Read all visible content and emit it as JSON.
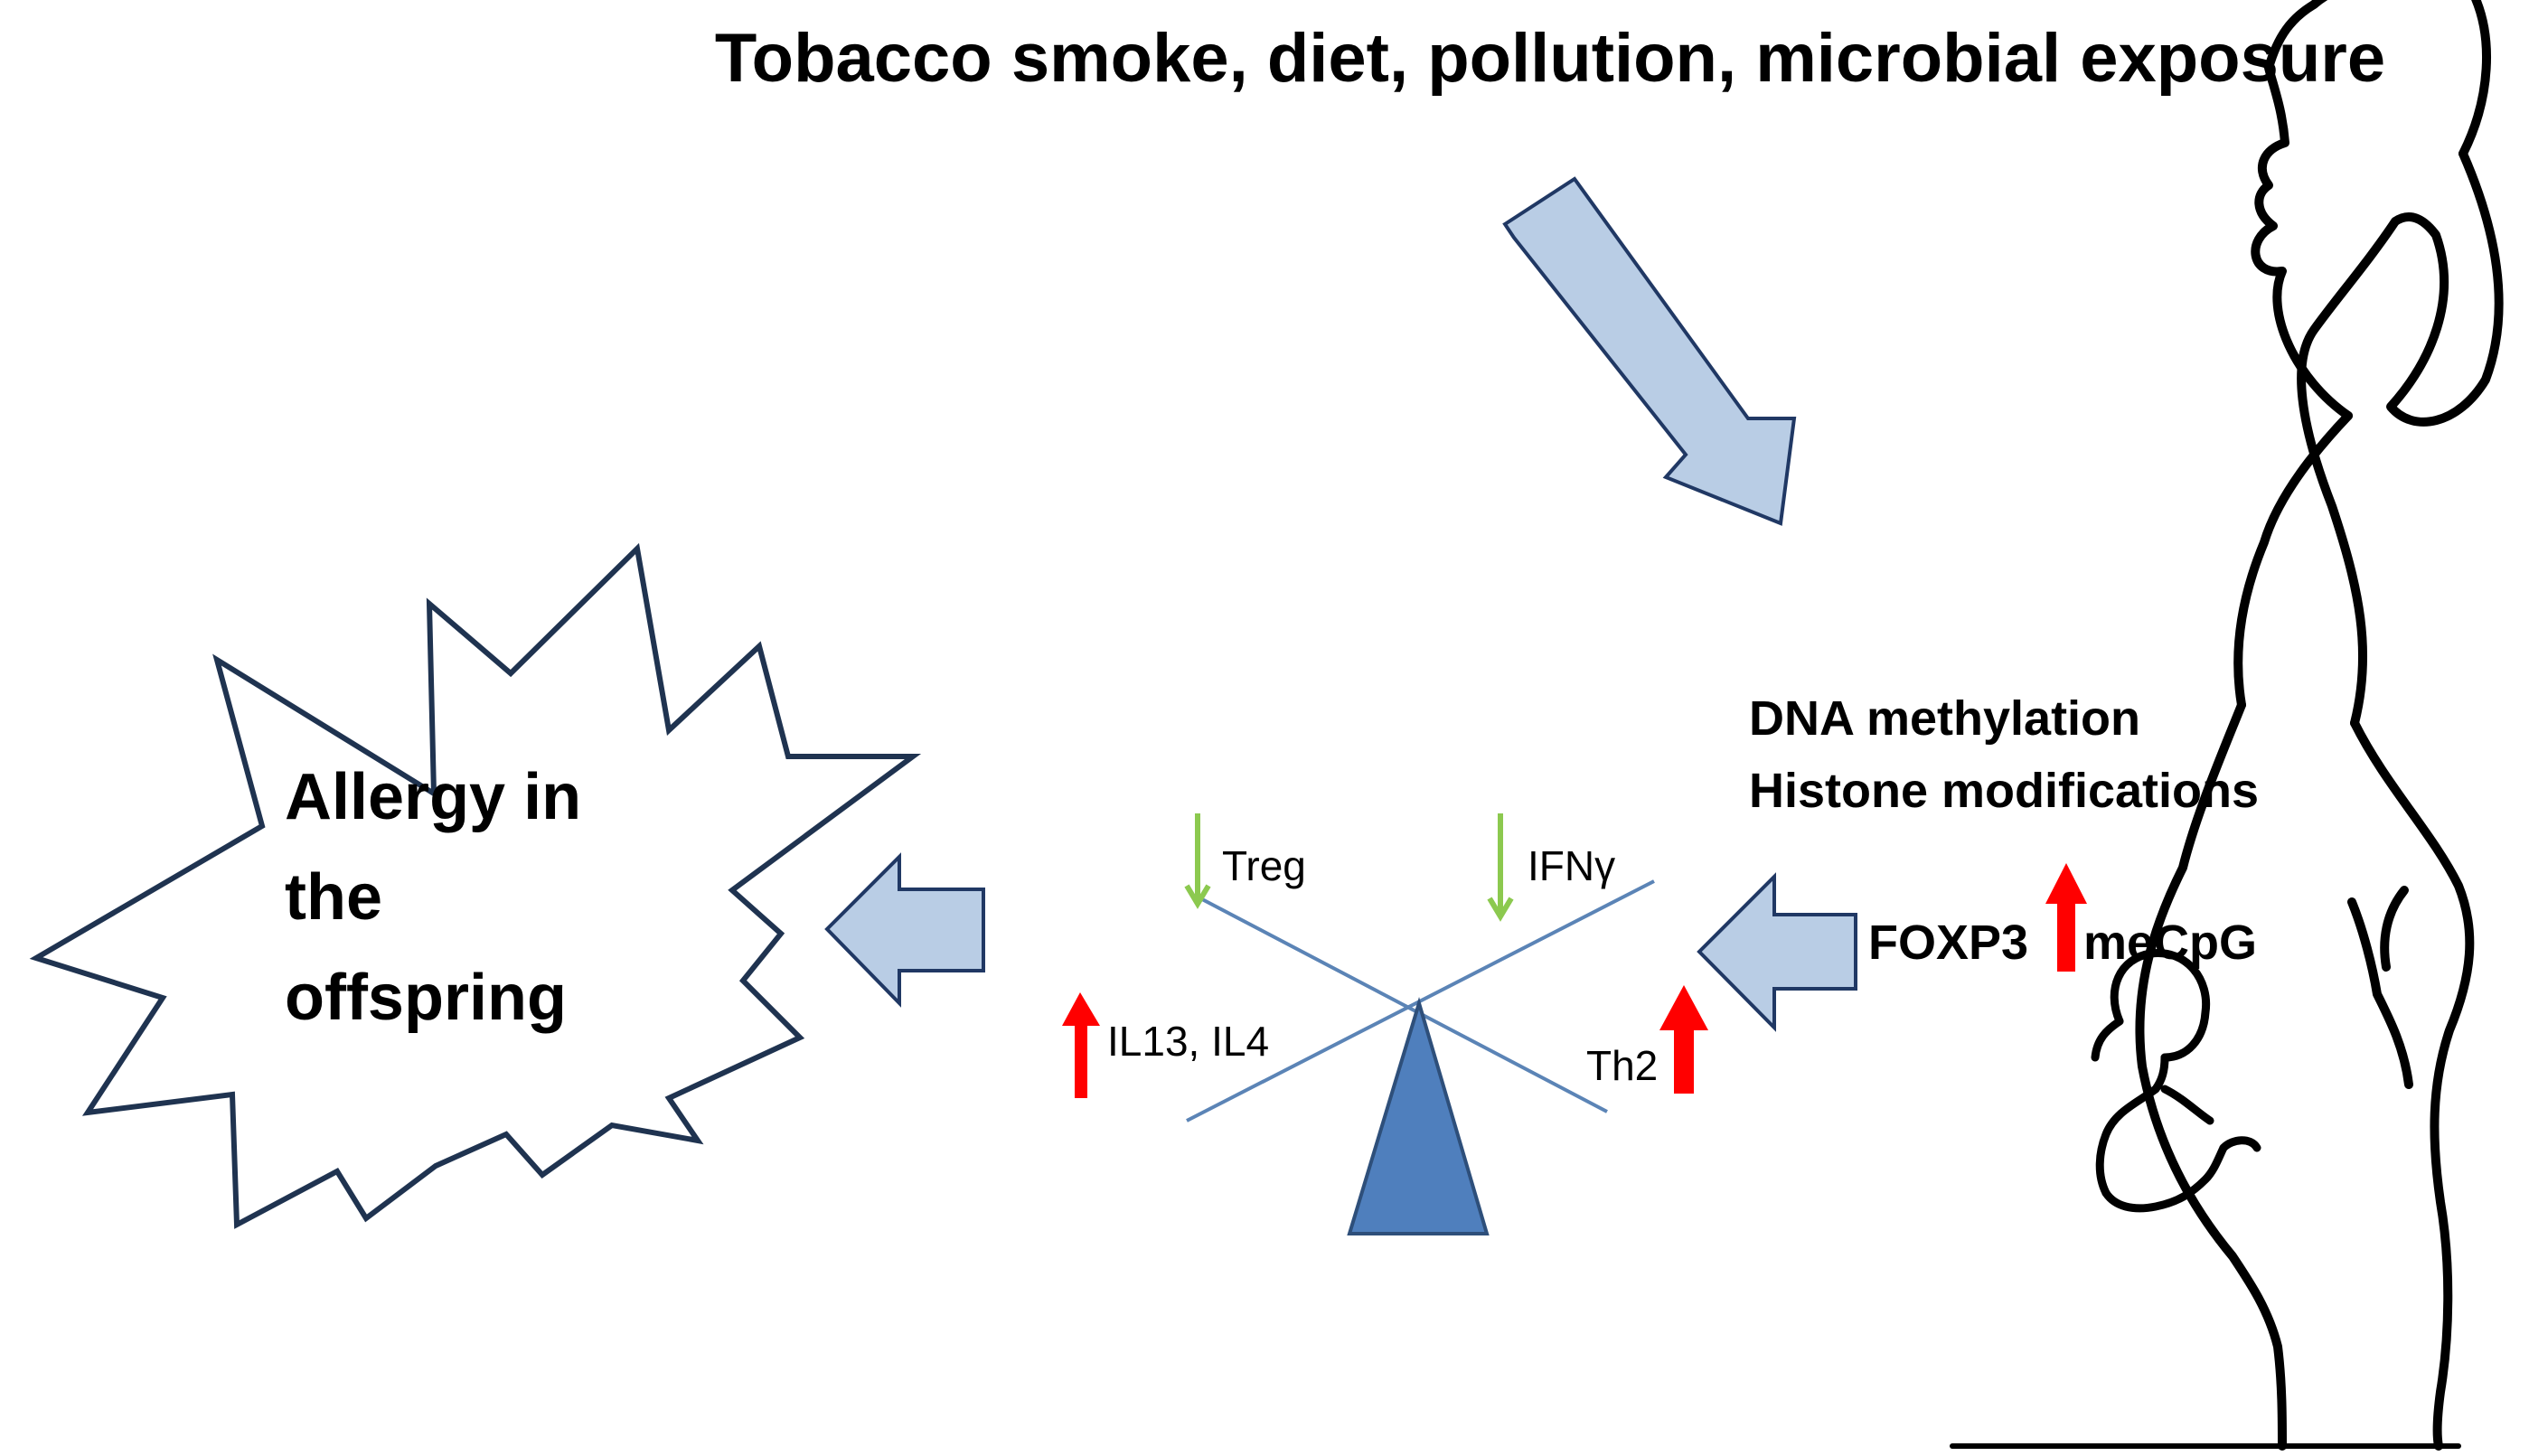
{
  "title": "Tobacco smoke, diet, pollution, microbial exposure",
  "outcome": {
    "lines": [
      "Allergy in",
      "the",
      "offspring"
    ]
  },
  "mechanisms": {
    "line1": "DNA methylation",
    "line2": "Histone modifications"
  },
  "foxp3": {
    "gene": "FOXP3",
    "mark": "meCpG"
  },
  "balance": {
    "top_left": "Treg",
    "top_right": "IFNγ",
    "bottom_left": "IL13, IL4",
    "bottom_right": "Th2"
  },
  "colors": {
    "arrow_fill": "#b9cde5",
    "arrow_stroke": "#203864",
    "beam": "#5b84b6",
    "fulcrum": "#4f7fbd",
    "fulcrum_stroke": "#2e4f7a",
    "increase": "#ff0000",
    "decrease": "#8cc94f",
    "outline": "#1f3350",
    "silhouette": "#000000"
  },
  "icons": {
    "increase": "red-up-arrow",
    "decrease": "green-down-arrow",
    "figure": "pregnant-woman-silhouette"
  }
}
